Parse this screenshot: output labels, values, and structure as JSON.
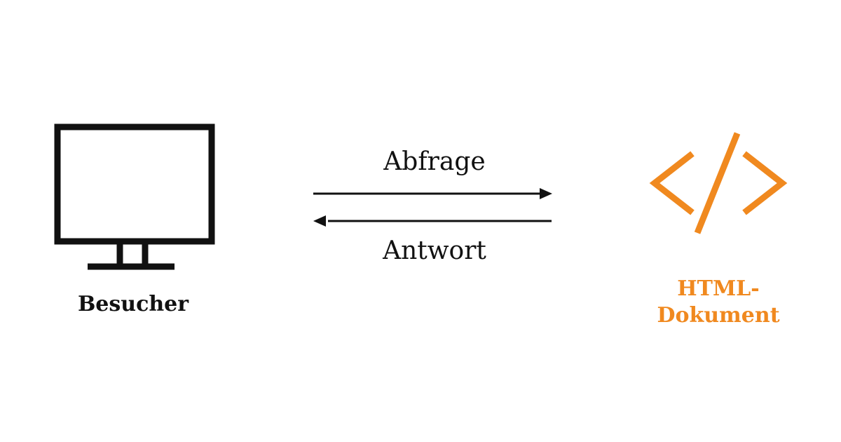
{
  "colors": {
    "ink": "#111111",
    "accent": "#F0891F",
    "background": "#ffffff"
  },
  "nodes": {
    "visitor": {
      "label": "Besucher",
      "icon": "monitor-icon"
    },
    "document": {
      "label_line1": "HTML-",
      "label_line2": "Dokument",
      "icon": "code-brackets-icon"
    }
  },
  "edges": {
    "request": {
      "label": "Abfrage",
      "direction": "visitor-to-document"
    },
    "response": {
      "label": "Antwort",
      "direction": "document-to-visitor"
    }
  }
}
